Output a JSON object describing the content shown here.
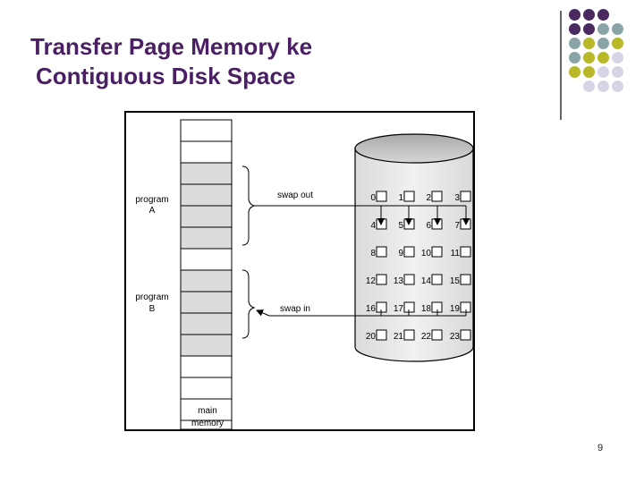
{
  "slide": {
    "title_line1": "Transfer Page Memory ke",
    "title_line2": "Contiguous Disk Space",
    "page_number": "9"
  },
  "colors": {
    "title": "#4a1f63",
    "purple_dot": "#4a2a5e",
    "teal_dot": "#8aa3a6",
    "olive_dot": "#b8b82a",
    "lavender_dot": "#d7d5e5",
    "memory_frame_shaded": "#dcdcdc",
    "disk_fill": "#e9e9e9",
    "disk_top": "#bdbdbd"
  },
  "decoration": {
    "dot_rows": [
      [
        "purple",
        "purple",
        "purple",
        "none"
      ],
      [
        "purple",
        "purple",
        "teal",
        "teal"
      ],
      [
        "teal",
        "olive",
        "teal",
        "olive"
      ],
      [
        "teal",
        "olive",
        "olive",
        "lavender"
      ],
      [
        "olive",
        "olive",
        "lavender",
        "lavender"
      ],
      [
        "none",
        "lavender",
        "lavender",
        "lavender"
      ]
    ]
  },
  "diagram": {
    "program_a_label": [
      "program",
      "A"
    ],
    "program_b_label": [
      "program",
      "B"
    ],
    "main_memory_label": [
      "main",
      "memory"
    ],
    "swap_out_label": "swap out",
    "swap_in_label": "swap in",
    "memory_frame_shading": [
      false,
      false,
      true,
      true,
      true,
      true,
      false,
      true,
      true,
      true,
      true,
      false,
      false,
      false
    ],
    "disk_blocks": [
      [
        "0",
        "1",
        "2",
        "3"
      ],
      [
        "4",
        "5",
        "6",
        "7"
      ],
      [
        "8",
        "9",
        "10",
        "11"
      ],
      [
        "12",
        "13",
        "14",
        "15"
      ],
      [
        "16",
        "17",
        "18",
        "19"
      ],
      [
        "20",
        "21",
        "22",
        "23"
      ]
    ]
  }
}
